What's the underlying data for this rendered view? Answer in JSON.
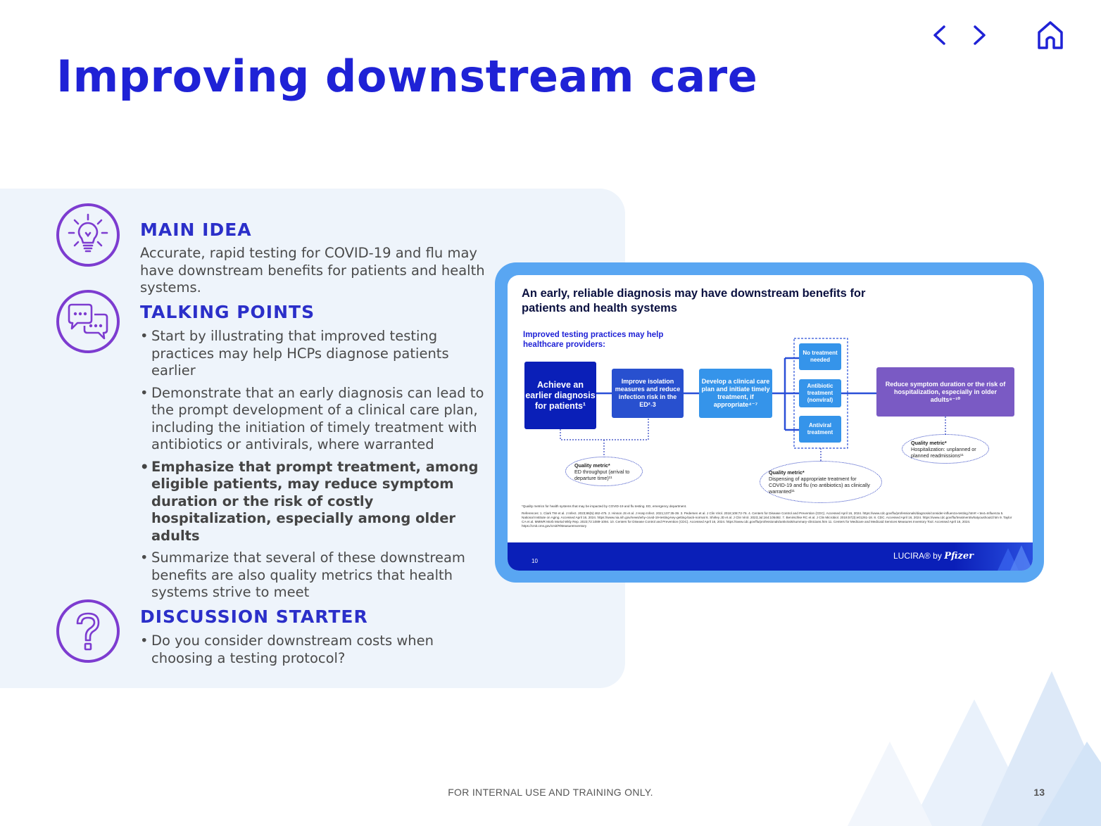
{
  "title": "Improving downstream care",
  "nav": {
    "prev_icon": "chevron-left-icon",
    "next_icon": "chevron-right-icon",
    "home_icon": "home-icon",
    "accent_color": "#1f22d6"
  },
  "sections": {
    "main_idea": {
      "icon": "lightbulb-icon",
      "heading": "MAIN IDEA",
      "text": "Accurate, rapid testing for COVID-19 and flu may have downstream benefits for patients and health systems."
    },
    "talking_points": {
      "icon": "chat-bubbles-icon",
      "heading": "TALKING POINTS",
      "bullets": [
        "Start by illustrating that improved testing practices may help HCPs diagnose patients earlier",
        "Demonstrate that an early diagnosis can lead to the prompt development of a clinical care plan, including the initiation of timely treatment with antibiotics or antivirals, where warranted",
        "Emphasize that prompt treatment, among eligible patients, may reduce symptom duration or the risk of costly hospitalization, especially among older adults",
        "Summarize that several of these downstream benefits are also quality metrics that health systems strive to meet"
      ]
    },
    "discussion_starter": {
      "icon": "question-mark-icon",
      "heading": "DISCUSSION STARTER",
      "bullets": [
        "Do you consider downstream costs when choosing a testing protocol?"
      ]
    }
  },
  "slide_preview": {
    "title": "An early, reliable diagnosis may have downstream benefits for patients and health systems",
    "subtitle": "Improved testing practices may help healthcare providers:",
    "flow": {
      "step1": "Achieve an earlier diagnosis for patients¹",
      "step2": "Improve isolation measures and reduce infection risk in the ED²˒3",
      "step3": "Develop a clinical care plan and initiate timely treatment, if appropriate⁴⁻⁷",
      "option1": "No treatment needed",
      "option2": "Antibiotic treatment (nonviral)",
      "option3": "Antiviral treatment",
      "step4": "Reduce symptom duration or the risk of hospitalization, especially in older adults⁸⁻¹⁰"
    },
    "quality_metrics": {
      "q1_label": "Quality metric*",
      "q1_text": "ED throughput (arrival to departure time)¹¹",
      "q2_label": "Quality metric*",
      "q2_text": "Dispensing of appropriate treatment for COVID-19 and flu (no antibiotics) as clinically warranted¹¹",
      "q3_label": "Quality metric*",
      "q3_text": "Hospitalization: unplanned or planned readmissions¹¹"
    },
    "footnote": "*Quality metrics for health systems that may be impacted by COVID-19 and flu testing. ED, emergency department.",
    "references": "References: 1. Clark TW et al. J Infect. 2023;86(5):462-475. 2. Hinson JS et al. J Hosp Infect. 2021;107:35-39. 3. Pedersen et al. J Clin Virol. 2018;108:72-76. 4. Centers for Disease Control and Prevention (CDC). Accessed April 16, 2024. https://www.cdc.gov/flu/professionals/diagnosis/consider-influenza-testing.htm#:~:text=Influenza 5. National Institute on Aging. Accessed April 16, 2024. https://www.nia.nih.gov/news/why-covid-19-testing-key-getting-back-normal 6. Shirley JD et al. J Clin Virol. 2023;Jul;164:105492. 7. Benirschke RC et al. J Clin Microbiol. 2019;57(3):e01261-18. 8. CDC. Accessed April 16, 2024. https://www.cdc.gov/flu/treatment/whatyoushould.htm 9. Taylor CA et al. MMWR Morb Mortal Wkly Rep. 2023;72:1089-1094. 10. Centers for Disease Control and Prevention (CDC). Accessed April 16, 2024. https://www.cdc.gov/flu/professionals/antivirals/summary-clinicians.htm 11. Centers for Medicare and Medicaid Services Measures Inventory Tool. Accessed April 16, 2024. https://cmit.cms.gov/cmit/#/MeasureInventory",
    "page_number": "10",
    "brand": "LUCIRA® by",
    "brand_logo": "Pfizer"
  },
  "footer": "FOR INTERNAL USE AND TRAINING ONLY.",
  "page_number": "13"
}
